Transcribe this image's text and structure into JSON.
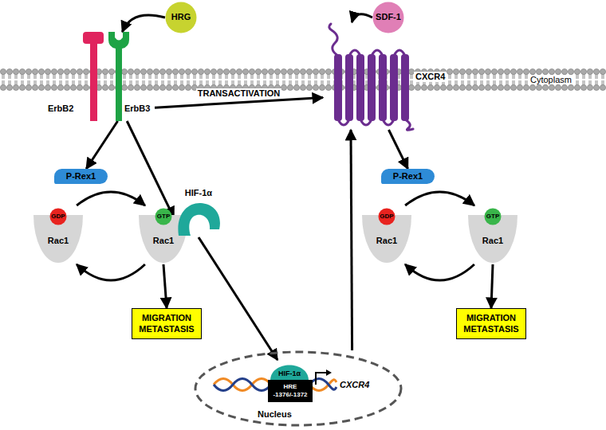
{
  "diagram": {
    "nodes": [
      {
        "text": [
          "HRG"
        ]
      },
      {
        "text": [
          "ErbB2"
        ]
      },
      {
        "text": [
          "ErbB3"
        ]
      },
      {
        "text": [
          "SDF-1"
        ]
      },
      {
        "text": [
          "CXCR4"
        ]
      },
      {
        "text": [
          "P-Rex1"
        ]
      },
      {
        "text": [
          "Rac1"
        ]
      },
      {
        "text": [
          "GDP"
        ],
        "in": 6
      },
      {
        "text": [
          "Rac1"
        ]
      },
      {
        "text": [
          "GTP"
        ],
        "in": 8
      },
      {
        "text": [
          "HIF-1α"
        ]
      },
      {
        "text": [
          "MIGRATION METASTASIS"
        ]
      },
      {
        "text": [
          "Nucleus"
        ]
      },
      {
        "text": [
          "HIF-1α"
        ],
        "in": 12
      },
      {
        "text": [
          "HRE -1376/-1372"
        ],
        "in": 12
      },
      {
        "text": [
          "P-Rex1"
        ]
      },
      {
        "text": [
          "Rac1"
        ]
      },
      {
        "text": [
          "GDP"
        ],
        "in": 16
      },
      {
        "text": [
          "Rac1"
        ]
      },
      {
        "text": [
          "GTP"
        ],
        "in": 18
      },
      {
        "text": [
          "MIGRATION METASTASIS"
        ]
      }
    ],
    "edges": [
      {
        "from": 0,
        "to": 2,
        "arrow": "to"
      },
      {
        "from": 3,
        "to": 4,
        "arrow": "to"
      },
      {
        "from": 2,
        "to": 4,
        "label": "TRANSACTIVATION",
        "arrow": "to"
      },
      {
        "from": 2,
        "to": 5,
        "arrow": "to"
      },
      {
        "from": 2,
        "to": 10,
        "arrow": "to"
      },
      {
        "from": 10,
        "to": 13,
        "arrow": "to"
      },
      {
        "from": 6,
        "to": 8,
        "arrow": "to"
      },
      {
        "from": 8,
        "to": 6,
        "arrow": "to"
      },
      {
        "from": 8,
        "to": 11,
        "arrow": "to"
      },
      {
        "from": 12,
        "to": 4,
        "arrow": "to"
      },
      {
        "from": 4,
        "to": 15,
        "arrow": "to"
      },
      {
        "from": 16,
        "to": 18,
        "arrow": "to"
      },
      {
        "from": 18,
        "to": 16,
        "arrow": "to"
      },
      {
        "from": 18,
        "to": 20,
        "arrow": "to"
      }
    ],
    "labels": [
      "Cytoplasm",
      "CXCR4"
    ]
  }
}
